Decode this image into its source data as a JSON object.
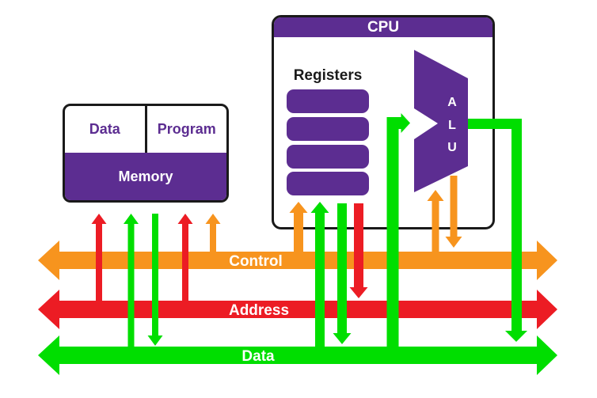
{
  "memory": {
    "cells": [
      "Data",
      "Program"
    ],
    "title": "Memory"
  },
  "cpu": {
    "title": "CPU",
    "registers_label": "Registers",
    "register_count": 4,
    "alu_letters": [
      "A",
      "L",
      "U"
    ]
  },
  "buses": [
    {
      "name": "control",
      "label": "Control"
    },
    {
      "name": "address",
      "label": "Address"
    },
    {
      "name": "data",
      "label": "Data"
    }
  ],
  "colors": {
    "purple": "#5C2D91",
    "orange": "#F7941E",
    "red": "#EC1C24",
    "green": "#00DE00",
    "border": "#1A1A1A",
    "background": "#FFFFFF"
  }
}
